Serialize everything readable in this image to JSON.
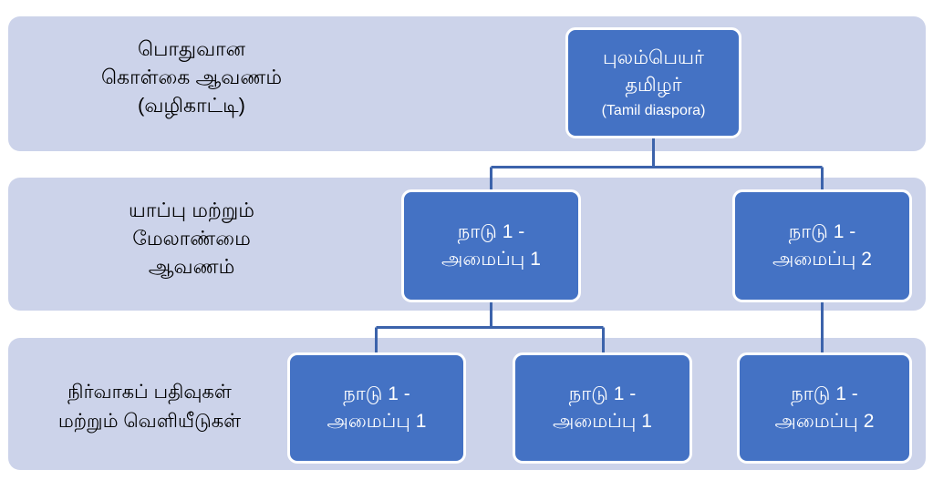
{
  "diagram": {
    "title": "Tamil diaspora organisational hierarchy",
    "colors": {
      "band": "#ccd3ea",
      "node_fill": "#4472c4",
      "node_border": "#ffffff",
      "connector": "#3c63ab",
      "label_text": "#000000",
      "node_text": "#ffffff",
      "background": "#ffffff"
    },
    "rows": [
      {
        "label": "பொதுவான\nகொள்கை ஆவணம்\n(வழிகாட்டி)"
      },
      {
        "label": "யாப்பு மற்றும்\nமேலாண்மை\nஆவணம்"
      },
      {
        "label": "நிர்வாகப் பதிவுகள்\nமற்றும் வெளியீடுகள்"
      }
    ],
    "nodes": {
      "root": {
        "main": "புலம்பெயர்\nதமிழர்",
        "sub": "(Tamil diaspora)"
      },
      "row2": [
        {
          "main": "நாடு 1 -\nஅமைப்பு 1"
        },
        {
          "main": "நாடு 1 -\nஅமைப்பு 2"
        }
      ],
      "row3": [
        {
          "main": "நாடு 1 -\nஅமைப்பு 1"
        },
        {
          "main": "நாடு 1 -\nஅமைப்பு 1"
        },
        {
          "main": "நாடு 1 -\nஅமைப்பு 2"
        }
      ]
    }
  }
}
